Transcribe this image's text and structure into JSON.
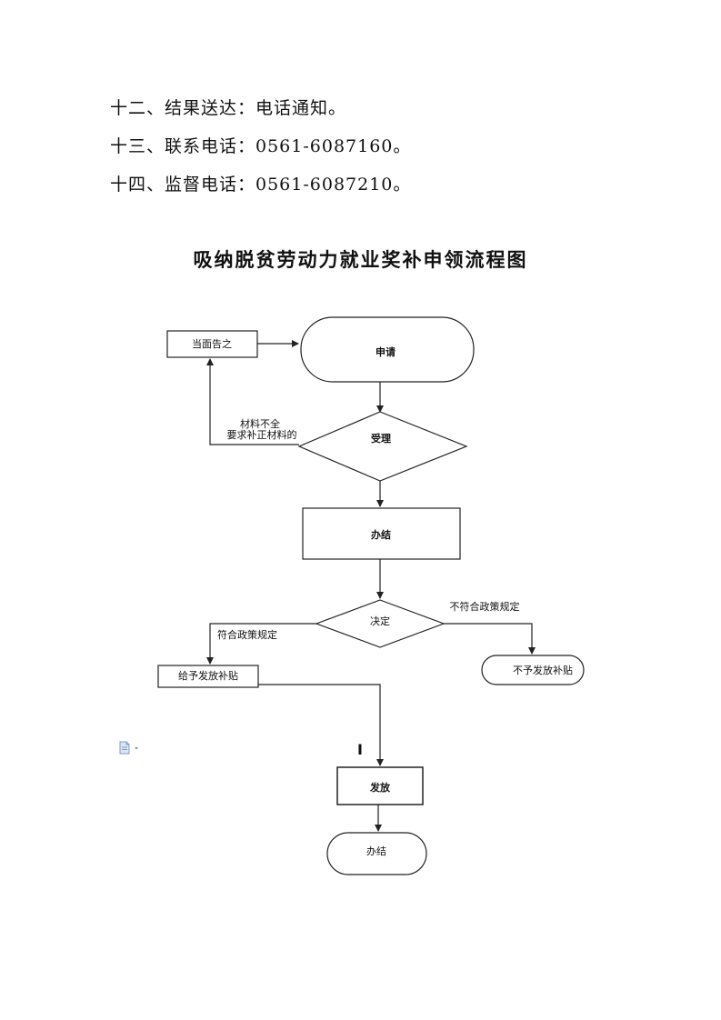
{
  "sections": [
    "十二、结果送达：电话通知。",
    "十三、联系电话：0561-6087160。",
    "十四、监督电话：0561-6087210。"
  ],
  "flowchart": {
    "title": "吸纳脱贫劳动力就业奖补申领流程图",
    "nodes": {
      "inform": "当面告之",
      "apply": "申请",
      "accept": "受理",
      "process": "办结",
      "decide": "决定",
      "grant": "给予发放补贴",
      "deny": "不予发放补贴",
      "issue": "发放",
      "finish": "办结"
    },
    "edges": {
      "incomplete_line1": "材料不全",
      "incomplete_line2": "要求补正材料的",
      "compliant": "符合政策规定",
      "noncompliant": "不符合政策规定"
    },
    "cursor_mark": "I"
  },
  "colors": {
    "stroke": "#222222",
    "icon": "#7a9cc6"
  },
  "icons": [
    "document-icon",
    "chevron-down-icon"
  ]
}
